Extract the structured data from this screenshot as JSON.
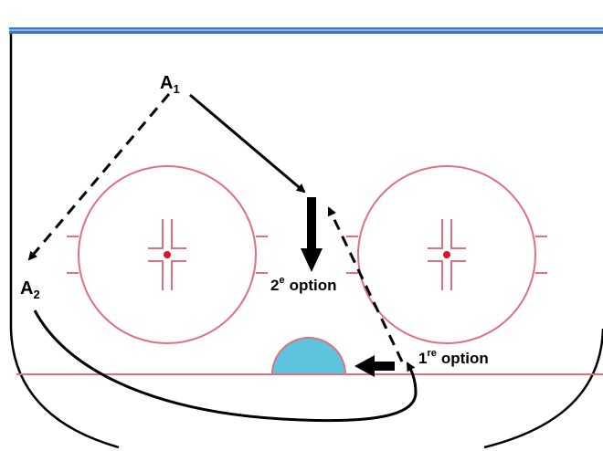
{
  "labels": {
    "a1": "A",
    "a1_sub": "1",
    "a2": "A",
    "a2_sub": "2",
    "second_option_num": "2",
    "second_option_sup": "e",
    "second_option_text": "option",
    "first_option_num": "1",
    "first_option_sup": "re",
    "first_option_text": "option"
  },
  "colors": {
    "rink_line": "#e07080",
    "dot": "#e01030",
    "crease": "#5ec3dc",
    "blue_line": "#3a76c4",
    "boards": "#000000",
    "arrows": "#000000"
  }
}
